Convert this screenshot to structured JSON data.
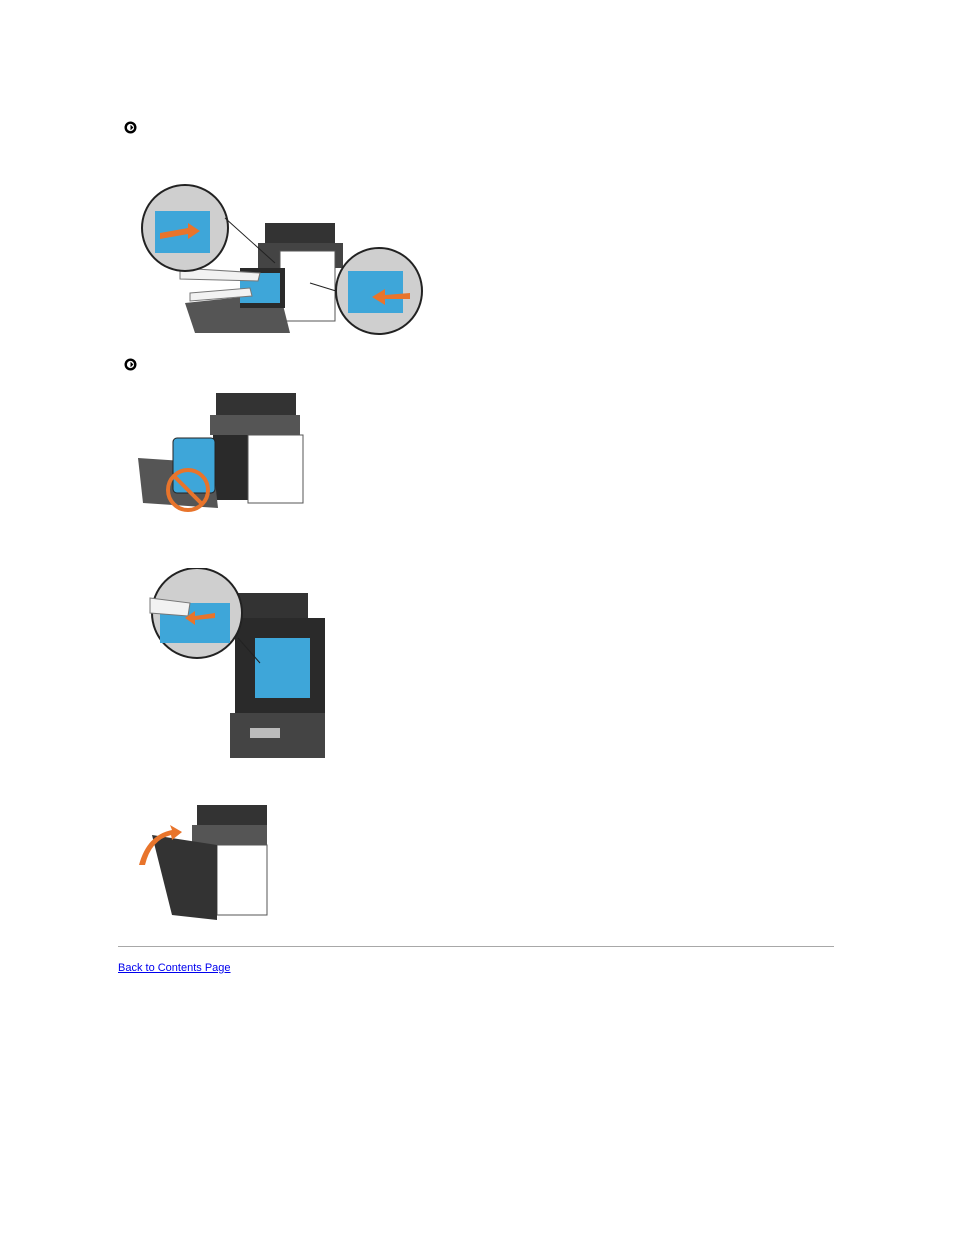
{
  "notices": [
    {
      "icon": "notice-icon"
    },
    {
      "icon": "notice-icon"
    }
  ],
  "figures": [
    {
      "name": "lock-transfer-belt-figure",
      "description_icon": "printer-illustration"
    },
    {
      "name": "do-not-touch-belt-figure",
      "description_icon": "printer-illustration"
    },
    {
      "name": "remove-belt-film-figure",
      "description_icon": "printer-illustration"
    },
    {
      "name": "close-front-cover-figure",
      "description_icon": "printer-illustration"
    }
  ],
  "footer": {
    "back_link_label": "Back to Contents Page"
  },
  "colors": {
    "accent_blue": "#3ea6d9",
    "arrow_orange": "#e8742b",
    "link": "#0000ee"
  }
}
